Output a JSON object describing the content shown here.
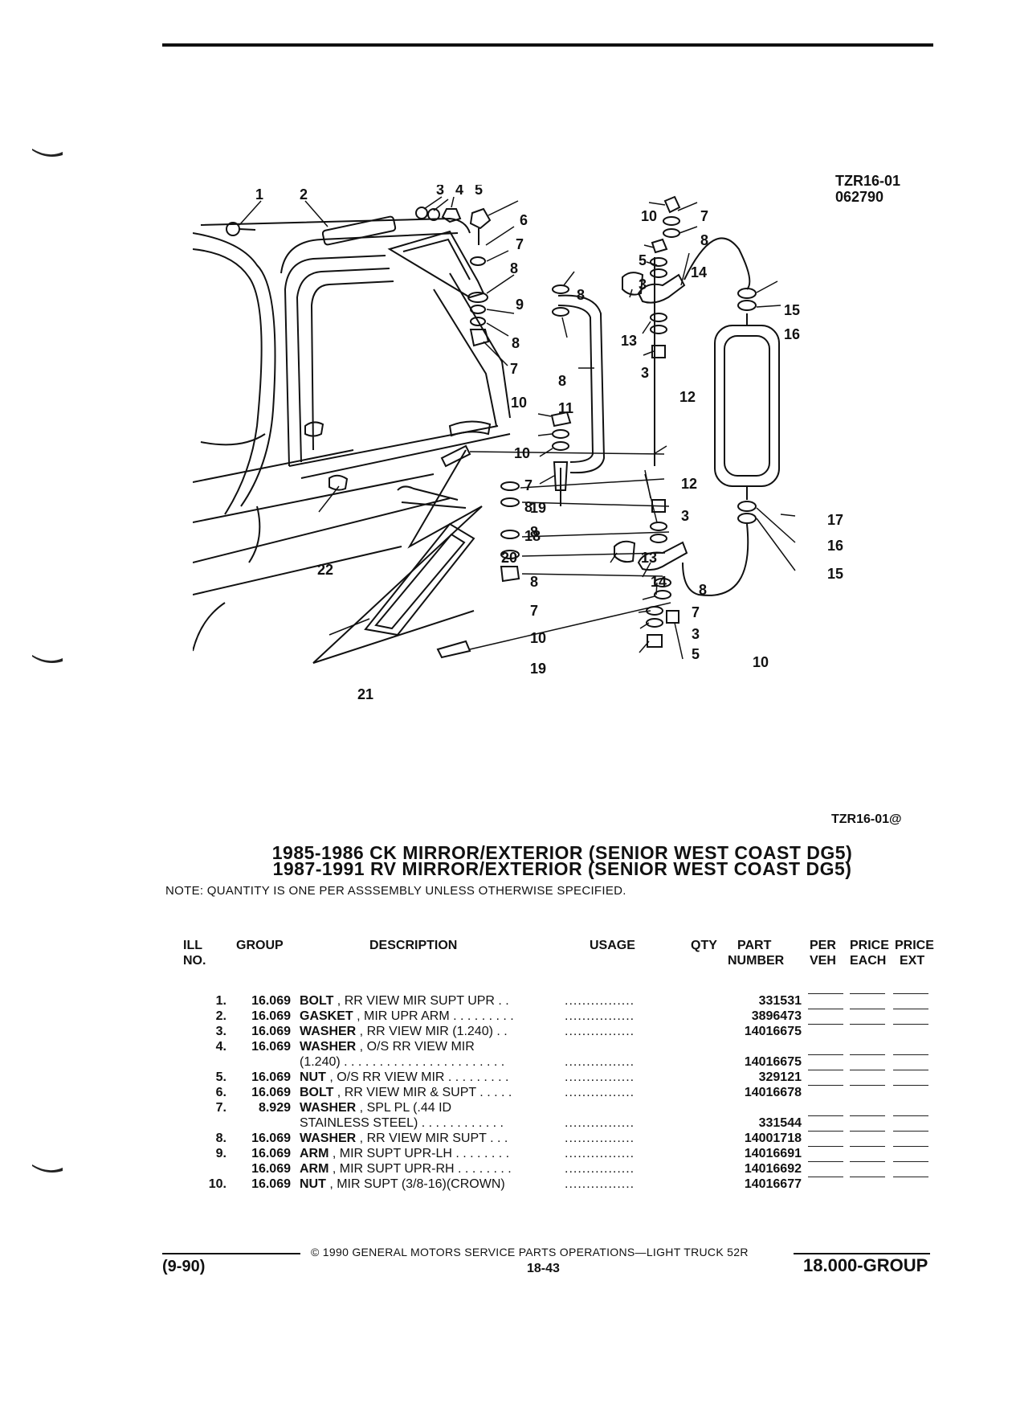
{
  "figure": {
    "id": "TZR16-01",
    "date": "062790",
    "callout_ref": "TZR16-01@",
    "callouts": [
      "1",
      "2",
      "3",
      "4",
      "5",
      "6",
      "7",
      "8",
      "9",
      "8",
      "8",
      "7",
      "10",
      "8",
      "11",
      "10",
      "7",
      "8",
      "18",
      "19",
      "8",
      "20",
      "8",
      "7",
      "10",
      "19",
      "21",
      "22",
      "10",
      "7",
      "8",
      "5",
      "14",
      "3",
      "13",
      "3",
      "12",
      "15",
      "16",
      "12",
      "3",
      "13",
      "14",
      "8",
      "7",
      "3",
      "5",
      "10",
      "17",
      "16",
      "15"
    ]
  },
  "titles": [
    "1985-1986 CK MIRROR/EXTERIOR (SENIOR WEST COAST DG5)",
    "1987-1991 RV MIRROR/EXTERIOR (SENIOR WEST COAST DG5)"
  ],
  "note": "NOTE:  QUANTITY IS ONE PER ASSSEMBLY UNLESS OTHERWISE SPECIFIED.",
  "table_headers": {
    "ill": "ILL",
    "ill2": "NO.",
    "group": "GROUP",
    "description": "DESCRIPTION",
    "usage": "USAGE",
    "qty": "QTY",
    "part": "PART",
    "part2": "NUMBER",
    "per": "PER",
    "per2": "VEH",
    "price_each": "PRICE",
    "price_each2": "EACH",
    "price_ext": "PRICE",
    "price_ext2": "EXT"
  },
  "rows": [
    {
      "ill": "1.",
      "group": "16.069",
      "name": "BOLT",
      "rest": " , RR VIEW MIR SUPT UPR  . .",
      "usage": "................",
      "part": "331531"
    },
    {
      "ill": "2.",
      "group": "16.069",
      "name": "GASKET",
      "rest": " , MIR UPR ARM  . . . . . . . . .",
      "usage": "................",
      "part": "3896473"
    },
    {
      "ill": "3.",
      "group": "16.069",
      "name": "WASHER",
      "rest": " , RR VIEW MIR (1.240)  . .",
      "usage": "................",
      "part": "14016675"
    },
    {
      "ill": "4.",
      "group": "16.069",
      "name": "WASHER",
      "rest": " , O/S RR VIEW MIR",
      "usage": "",
      "part": ""
    },
    {
      "ill": "",
      "group": "",
      "name": "",
      "rest": "(1.240)  . . . . . . . . . . . . . . . . . . . . . . .",
      "usage": "................",
      "part": "14016675"
    },
    {
      "ill": "5.",
      "group": "16.069",
      "name": "NUT",
      "rest": " , O/S RR VIEW MIR  . . . . . . . . .",
      "usage": "................",
      "part": "329121"
    },
    {
      "ill": "6.",
      "group": "16.069",
      "name": "BOLT",
      "rest": " , RR VIEW MIR & SUPT  . . . . .",
      "usage": "................",
      "part": "14016678"
    },
    {
      "ill": "7.",
      "group": "8.929",
      "name": "WASHER",
      "rest": " , SPL PL (.44 ID",
      "usage": "",
      "part": ""
    },
    {
      "ill": "",
      "group": "",
      "name": "",
      "rest": "STAINLESS STEEL)  . . . . . . . . . . . .",
      "usage": "................",
      "part": "331544"
    },
    {
      "ill": "8.",
      "group": "16.069",
      "name": "WASHER",
      "rest": " , RR VIEW MIR SUPT  . . .",
      "usage": "................",
      "part": "14001718"
    },
    {
      "ill": "9.",
      "group": "16.069",
      "name": "ARM",
      "rest": " , MIR SUPT UPR-LH  . . . . . . . .",
      "usage": "................",
      "part": "14016691"
    },
    {
      "ill": "",
      "group": "16.069",
      "name": "ARM",
      "rest": " , MIR SUPT UPR-RH  . . . . . . . .",
      "usage": "................",
      "part": "14016692"
    },
    {
      "ill": "10.",
      "group": "16.069",
      "name": "NUT",
      "rest": " , MIR SUPT (3/8-16)(CROWN)",
      "usage": "................",
      "part": "14016677"
    }
  ],
  "footer": {
    "copyright": "©  1990  GENERAL MOTORS SERVICE PARTS OPERATIONS—LIGHT TRUCK 52R",
    "date": "(9-90)",
    "page": "18-43",
    "group": "18.000-GROUP"
  }
}
